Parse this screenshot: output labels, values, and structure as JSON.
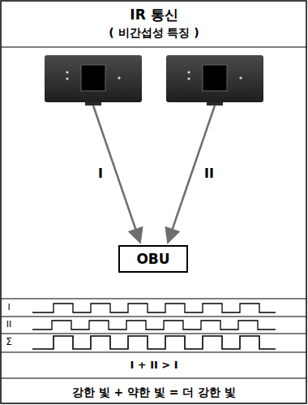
{
  "diagram": {
    "title": "IR 통신",
    "caption": "강한 빛 + 약한 빛 = 더 강한 빛",
    "nodes": [
      {
        "text": [
          "OBU"
        ]
      }
    ],
    "labels": [
      "( 비간섭성 특징 )",
      "I",
      "II",
      "I",
      "II",
      "Σ",
      "I + II > I"
    ]
  }
}
